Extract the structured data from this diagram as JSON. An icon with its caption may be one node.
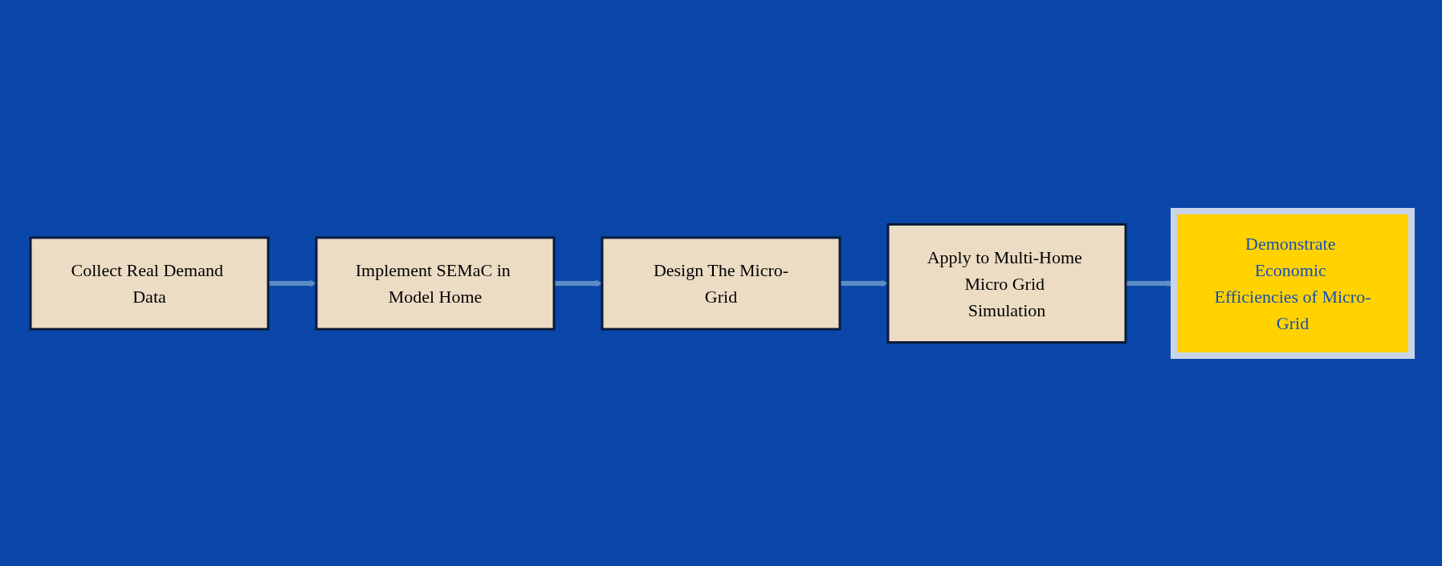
{
  "diagram": {
    "nodes": [
      {
        "text": [
          "Collect Real Demand Data"
        ]
      },
      {
        "text": [
          "Implement SEMaC in Model Home"
        ]
      },
      {
        "text": [
          "Design The Micro-Grid"
        ]
      },
      {
        "text": [
          "Apply to Multi-Home Micro Grid Simulation"
        ]
      },
      {
        "text": [
          "Demonstrate Economic Efficiencies of Micro-Grid"
        ]
      }
    ],
    "edges": [
      {
        "from": 0,
        "to": 1,
        "arrow": "to"
      },
      {
        "from": 1,
        "to": 2,
        "arrow": "to"
      },
      {
        "from": 2,
        "to": 3,
        "arrow": "to"
      },
      {
        "from": 3,
        "to": 4,
        "arrow": "to"
      }
    ]
  }
}
